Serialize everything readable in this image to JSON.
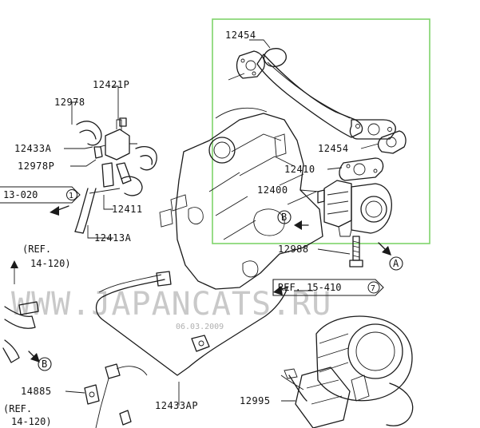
{
  "colors": {
    "highlight_box": "#7fd36b",
    "ink": "#1a1a1a",
    "watermark": "#c9c9c9"
  },
  "labels": {
    "p12454_top": "12454",
    "p12421p": "12421P",
    "p12978": "12978",
    "p12433a": "12433A",
    "p12978p": "12978P",
    "p12454_mid": "12454",
    "p12410": "12410",
    "p12400": "12400",
    "p12411": "12411",
    "p12413a": "12413A",
    "p12988": "12988",
    "p14885": "14885",
    "p12433ap": "12433AP",
    "p12995": "12995"
  },
  "refs": {
    "ref13_020": "13-020",
    "ref13_020_num": "1",
    "ref14_120_top_a": "(REF.",
    "ref14_120_top_b": "14-120)",
    "ref15_410": "REF. 15-410",
    "ref15_410_num": "7",
    "ref14_120_bot_a": "(REF.",
    "ref14_120_bot_b": "14-120)"
  },
  "markers": {
    "a": "A",
    "b": "B"
  },
  "watermark": {
    "text": "WWW.JAPANCATS.RU",
    "date": "06.03.2009"
  }
}
